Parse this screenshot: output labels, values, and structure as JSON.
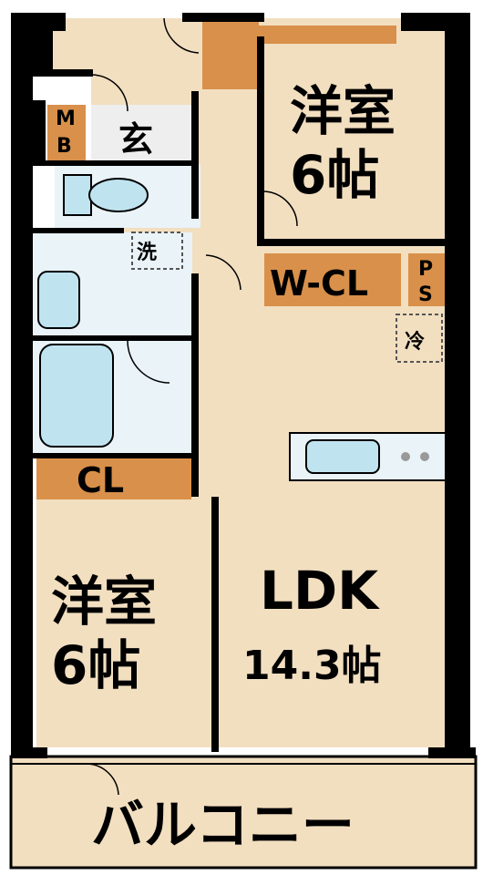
{
  "rooms": {
    "bedroom_top": {
      "name": "洋室",
      "size": "6帖"
    },
    "bedroom_bottom": {
      "name": "洋室",
      "size": "6帖"
    },
    "ldk": {
      "name": "LDK",
      "size": "14.3帖"
    }
  },
  "labels": {
    "mb_1": "M",
    "mb_2": "B",
    "entrance": "玄",
    "washroom": "洗",
    "walk_in_closet": "W-CL",
    "ps_1": "P",
    "ps_2": "S",
    "fridge": "冷",
    "closet": "CL",
    "balcony": "バルコニー"
  },
  "colors": {
    "floor": "#f2dfc0",
    "wet_area": "#e9f3f8",
    "fixture_blue": "#bfe4f0",
    "storage": "#d9904a",
    "wall": "#000000",
    "balcony": "#f2dfc0"
  }
}
